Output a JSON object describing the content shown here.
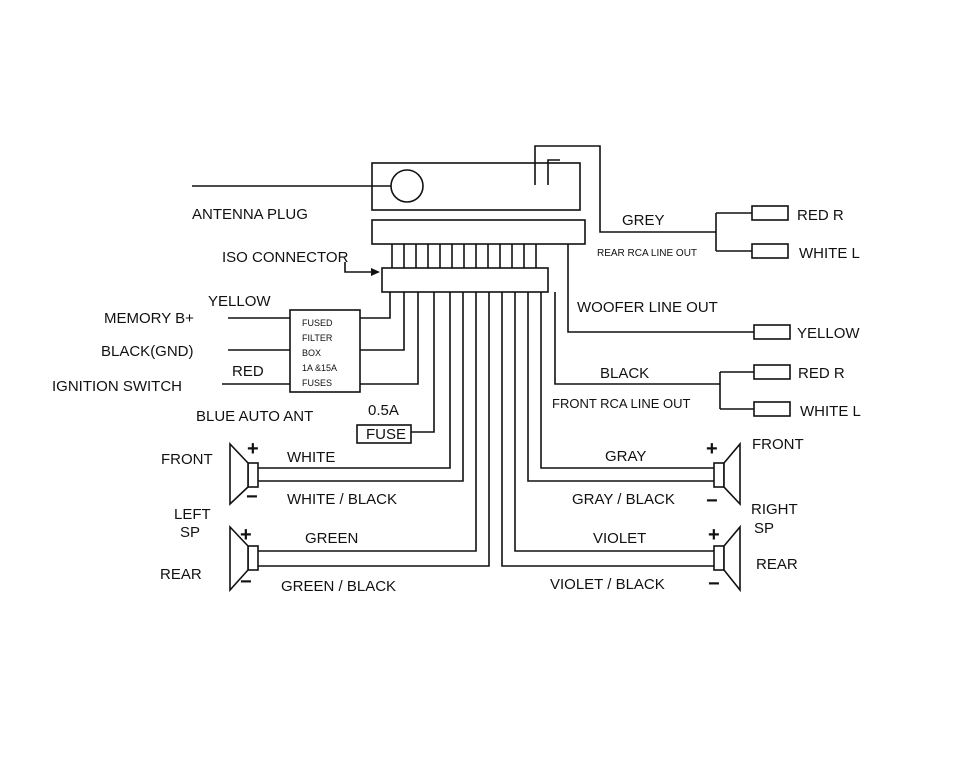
{
  "labels": {
    "antenna_plug": "ANTENNA PLUG",
    "iso_connector": "ISO CONNECTOR",
    "yellow_top": "YELLOW",
    "memory": "MEMORY B+",
    "black_gnd": "BLACK(GND)",
    "red": "RED",
    "ignition": "IGNITION SWITCH",
    "blue_auto_ant": "BLUE  AUTO ANT",
    "fuse_value": "0.5A",
    "fuse": "FUSE",
    "front_left": "FRONT",
    "white": "WHITE",
    "white_black": "WHITE / BLACK",
    "left": "LEFT",
    "sp_left": "SP",
    "green": "GREEN",
    "rear_left": "REAR",
    "green_black": "GREEN / BLACK",
    "grey": "GREY",
    "rear_rca": "REAR RCA LINE OUT",
    "red_r_1": "RED R",
    "white_l_1": "WHITE  L",
    "woofer": "WOOFER LINE OUT",
    "yellow_right": "YELLOW",
    "black": "BLACK",
    "front_rca": "FRONT RCA LINE OUT",
    "red_r_2": "RED R",
    "white_l_2": "WHITE  L",
    "gray": "GRAY",
    "front_right": "FRONT",
    "gray_black": "GRAY / BLACK",
    "right": "RIGHT",
    "sp_right": "SP",
    "violet": "VIOLET",
    "rear_right": "REAR",
    "violet_black": "VIOLET / BLACK",
    "plus": "+",
    "minus": "−"
  },
  "filter_box": [
    "FUSED",
    "FILTER",
    "BOX",
    "1A &15A",
    "FUSES"
  ]
}
